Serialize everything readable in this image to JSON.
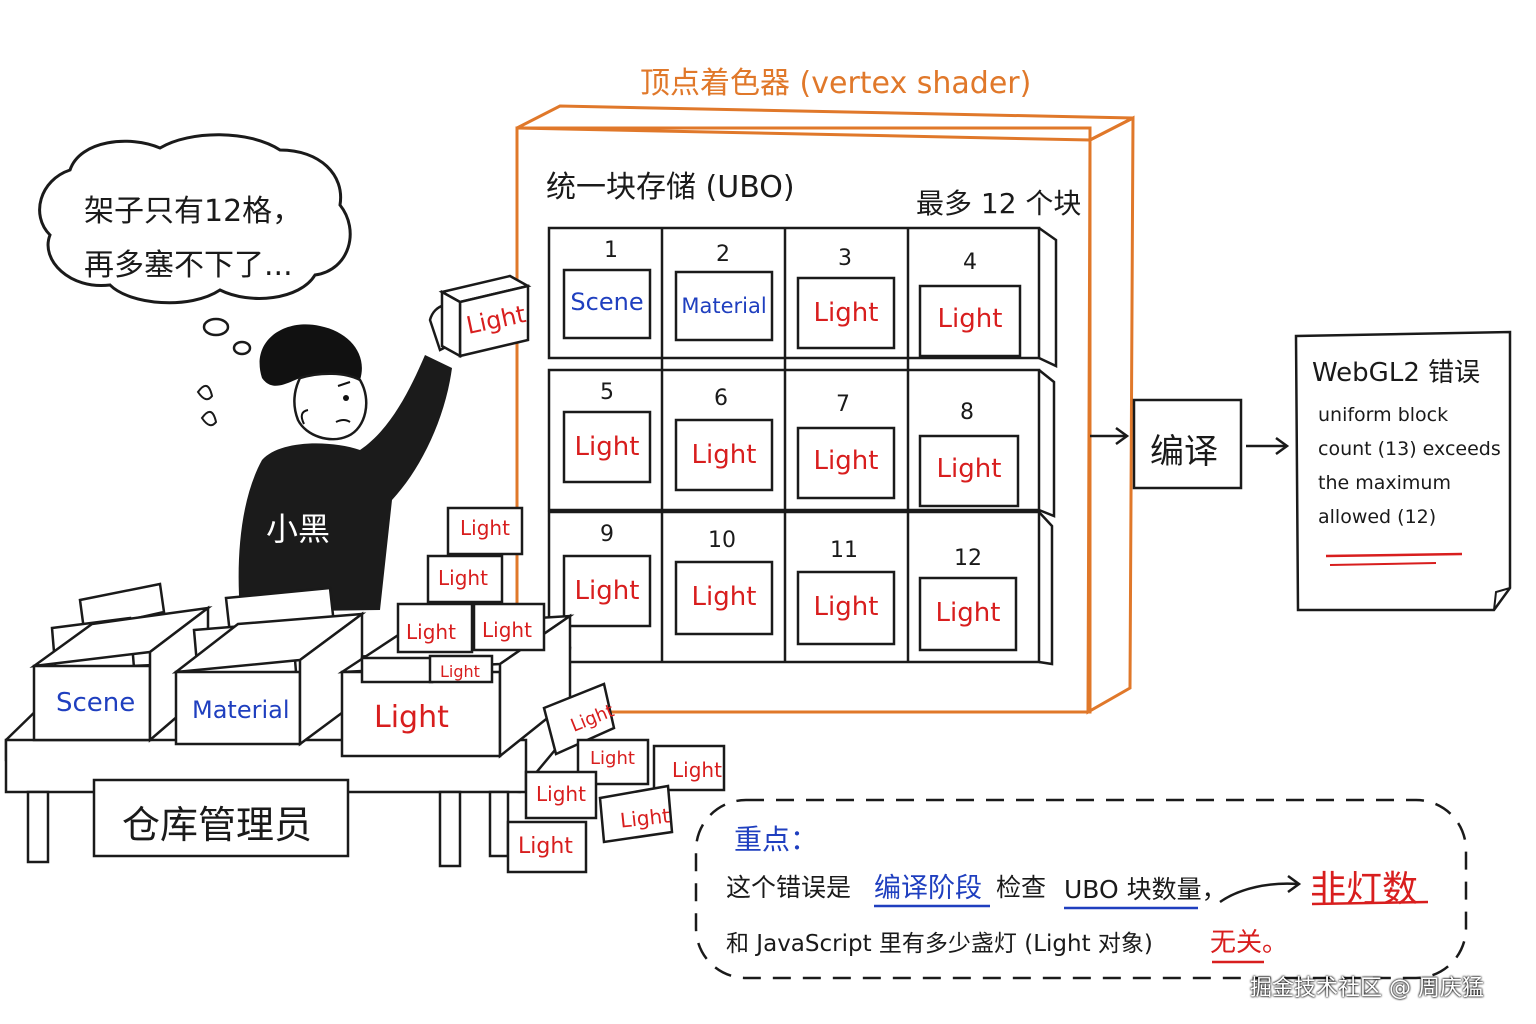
{
  "title": "顶点着色器 (vertex shader)",
  "shelf": {
    "heading": "统一块存储 (UBO)",
    "max_note": "最多 12 个块",
    "slots": [
      {
        "num": "1",
        "label": "Scene",
        "color": "blue"
      },
      {
        "num": "2",
        "label": "Material",
        "color": "blue"
      },
      {
        "num": "3",
        "label": "Light",
        "color": "red"
      },
      {
        "num": "4",
        "label": "Light",
        "color": "red"
      },
      {
        "num": "5",
        "label": "Light",
        "color": "red"
      },
      {
        "num": "6",
        "label": "Light",
        "color": "red"
      },
      {
        "num": "7",
        "label": "Light",
        "color": "red"
      },
      {
        "num": "8",
        "label": "Light",
        "color": "red"
      },
      {
        "num": "9",
        "label": "Light",
        "color": "red"
      },
      {
        "num": "10",
        "label": "Light",
        "color": "red"
      },
      {
        "num": "11",
        "label": "Light",
        "color": "red"
      },
      {
        "num": "12",
        "label": "Light",
        "color": "red"
      }
    ]
  },
  "speech": {
    "line1": "架子只有12格，",
    "line2": "再多塞不下了..."
  },
  "character": {
    "name": "小黑",
    "held_box": "Light"
  },
  "table": {
    "sign": "仓库管理员",
    "bins": [
      "Scene",
      "Material",
      "Light"
    ],
    "pile_boxes": [
      "Light",
      "Light",
      "Light",
      "Light",
      "Light",
      "Light",
      "Light",
      "Light",
      "Light",
      "Light",
      "Light"
    ]
  },
  "compile": {
    "label": "编译"
  },
  "error": {
    "title": "WebGL2 错误",
    "lines": [
      "uniform block",
      "count (13) exceeds",
      "the maximum",
      "allowed (12)"
    ]
  },
  "note": {
    "heading": "重点：",
    "line1_a": "这个错误是",
    "line1_b": "编译阶段",
    "line1_c": "检查",
    "line1_d": "UBO 块数量，",
    "line2_a": "和 JavaScript 里有多少盏灯 (Light 对象)",
    "line2_b": "无关。",
    "callout": "非灯数"
  },
  "watermark": "掘金技术社区 @ 周庆猛",
  "colors": {
    "orange": "#e0782a",
    "red": "#d81e1e",
    "blue": "#1f3fbf",
    "ink": "#1a1a1a"
  }
}
